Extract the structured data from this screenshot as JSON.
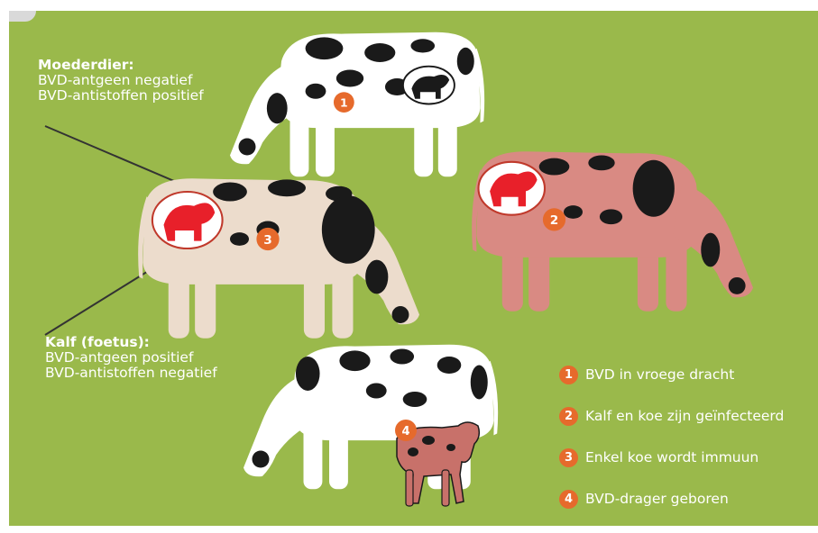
{
  "mother_label": {
    "title": "Moederdier:",
    "lines": [
      "BVD-antgeen negatief",
      "BVD-antistoffen positief"
    ]
  },
  "calf_label": {
    "title": "Kalf (foetus):",
    "lines": [
      "BVD-antgeen positief",
      "BVD-antistoffen negatief"
    ]
  },
  "cow_badges": [
    "1",
    "2",
    "3",
    "4"
  ],
  "legend": [
    {
      "number": "1",
      "text": "BVD in vroege dracht"
    },
    {
      "number": "2",
      "text": "Kalf en koe zijn geïnfecteerd"
    },
    {
      "number": "3",
      "text": "Enkel koe wordt immuun"
    },
    {
      "number": "4",
      "text": "BVD-drager geboren"
    }
  ],
  "colors": {
    "background": "#9ab94b",
    "badge": "#e66a2c",
    "infected_cow": "#d98a83",
    "immune_cow": "#ecdccc",
    "infected_calf_icon": "#e8202a",
    "calf_4": "#c8716a"
  },
  "icons": [
    "cow-1-icon",
    "cow-2-icon",
    "cow-3-icon",
    "cow-4-icon",
    "calf-icon",
    "fetus-icon"
  ]
}
